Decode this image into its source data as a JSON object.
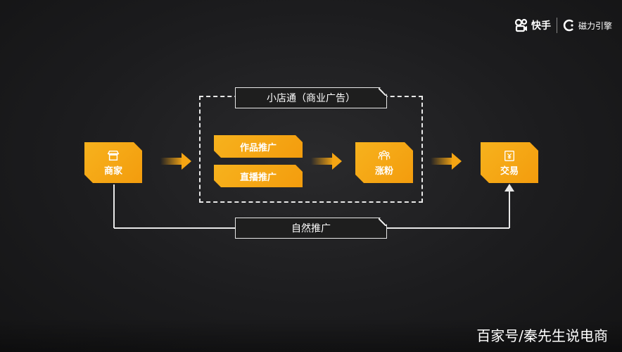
{
  "logos": {
    "brand1": "快手",
    "brand2": "磁力引擎"
  },
  "diagram": {
    "group_label": "小店通（商业广告）",
    "merchant": "商家",
    "works_promo": "作品推广",
    "live_promo": "直播推广",
    "fans": "涨粉",
    "trade": "交易",
    "natural_promo": "自然推广"
  },
  "watermark": "百家号/秦先生说电商",
  "colors": {
    "accent": "#f5a513",
    "background": "#1c1c1e",
    "line": "#e8e8e8"
  }
}
